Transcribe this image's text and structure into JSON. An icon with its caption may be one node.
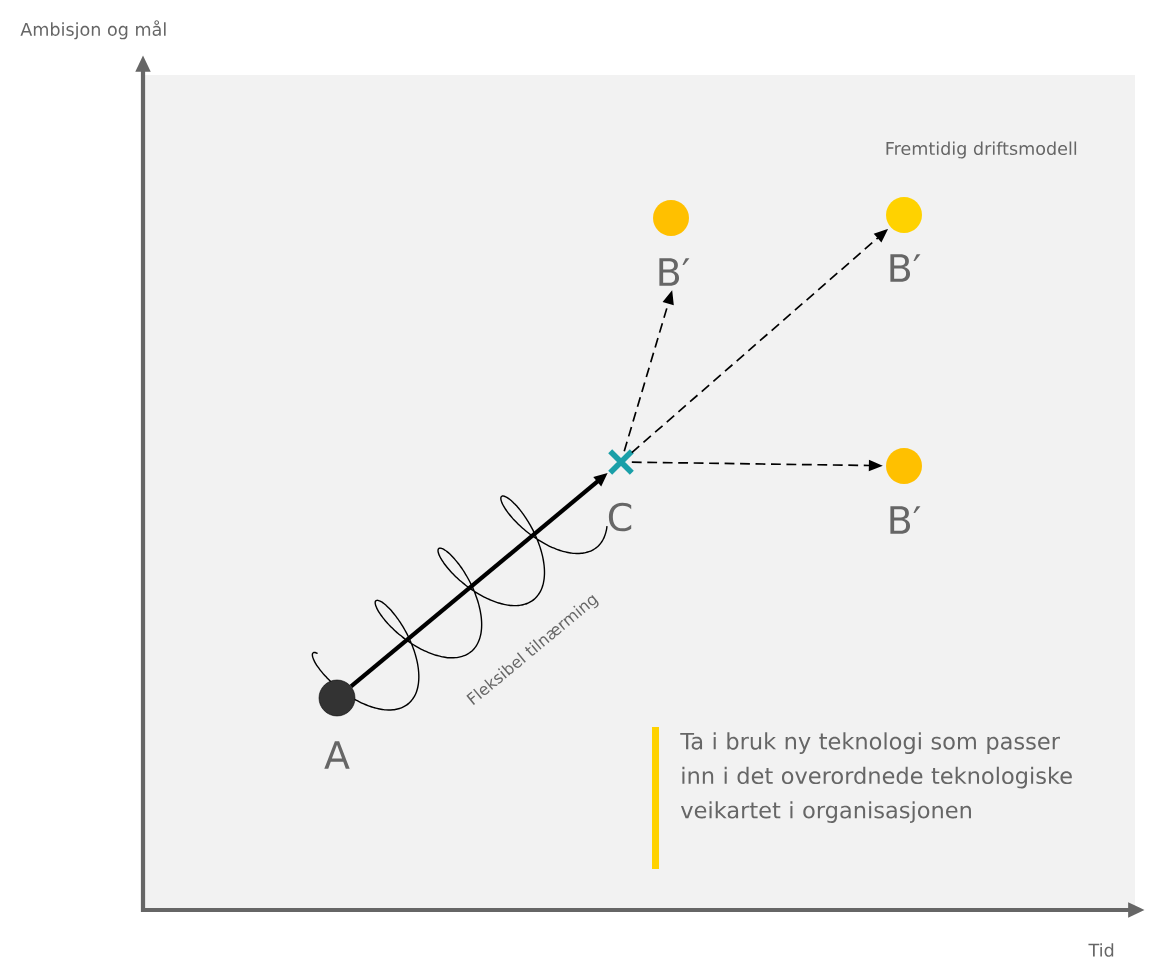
{
  "diagram": {
    "nodes": [
      {
        "text": [
          "A"
        ]
      },
      {
        "text": [
          "C"
        ]
      },
      {
        "text": [
          "B′"
        ]
      },
      {
        "text": [
          "B′"
        ]
      },
      {
        "text": [
          "B′"
        ]
      }
    ],
    "edges": [
      {
        "from": 0,
        "to": 1,
        "arrow": "to",
        "style": "thick",
        "label": "Fleksibel tilnærming"
      },
      {
        "from": 1,
        "to": 2,
        "arrow": "to",
        "style": "dashed"
      },
      {
        "from": 1,
        "to": 3,
        "arrow": "to",
        "style": "dashed"
      },
      {
        "from": 1,
        "to": 4,
        "arrow": "to",
        "style": "dashed"
      }
    ],
    "labels": [
      "Ambisjon og mål",
      "Fremtidig driftsmodell",
      "Ta i bruk ny teknologi som passer inn i det overordnede teknologiske veikartet i organisasjonen",
      "Tid"
    ]
  }
}
